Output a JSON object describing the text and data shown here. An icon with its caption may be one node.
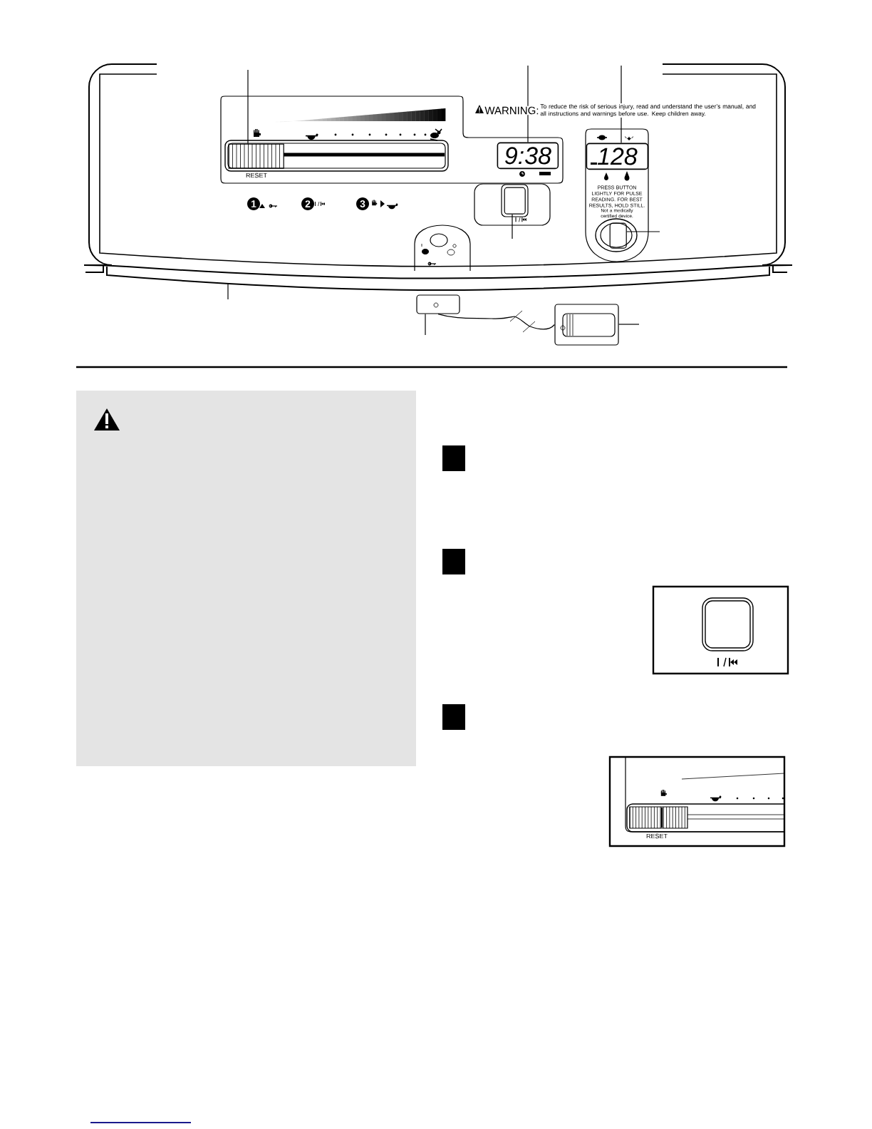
{
  "diagram": {
    "nodes": [
      {
        "text": [],
        "shape": "box"
      },
      {
        "text": [],
        "shape": "bar",
        "in": 0,
        "beside": [
          "RESET"
        ]
      },
      {
        "text": [
          "9:38"
        ],
        "in": 0
      },
      {
        "text": [],
        "shape": "box",
        "in": 0
      },
      {
        "text": [
          "128"
        ],
        "in": 0
      },
      {
        "text": [],
        "shape": "box",
        "in": 0
      },
      {
        "text": [],
        "shape": "box"
      },
      {
        "text": [],
        "shape": "box"
      }
    ],
    "edges": [
      {
        "from": null,
        "to": 1,
        "arrow": "none"
      },
      {
        "from": null,
        "to": 2,
        "arrow": "none"
      },
      {
        "from": null,
        "to": 4,
        "arrow": "none"
      },
      {
        "from": null,
        "to": 3,
        "arrow": "none"
      },
      {
        "from": null,
        "to": 5,
        "arrow": "none"
      },
      {
        "from": null,
        "to": 0,
        "arrow": "none"
      },
      {
        "from": null,
        "to": 6,
        "arrow": "none"
      },
      {
        "from": null,
        "to": 7,
        "arrow": "none"
      },
      {
        "from": 6,
        "to": 7,
        "arrow": "none"
      }
    ],
    "labels": [
      "WARNING:",
      "To reduce the risk of serious injury, read and understand the user’s manual, and all instructions and warnings before use.  Keep children away.",
      "1",
      "2",
      "3",
      "PRESS BUTTON LIGHTLY FOR PULSE READING.  FOR BEST RESULTS, HOLD STILL.",
      "Not a medically certified device.",
      "RESET"
    ]
  }
}
